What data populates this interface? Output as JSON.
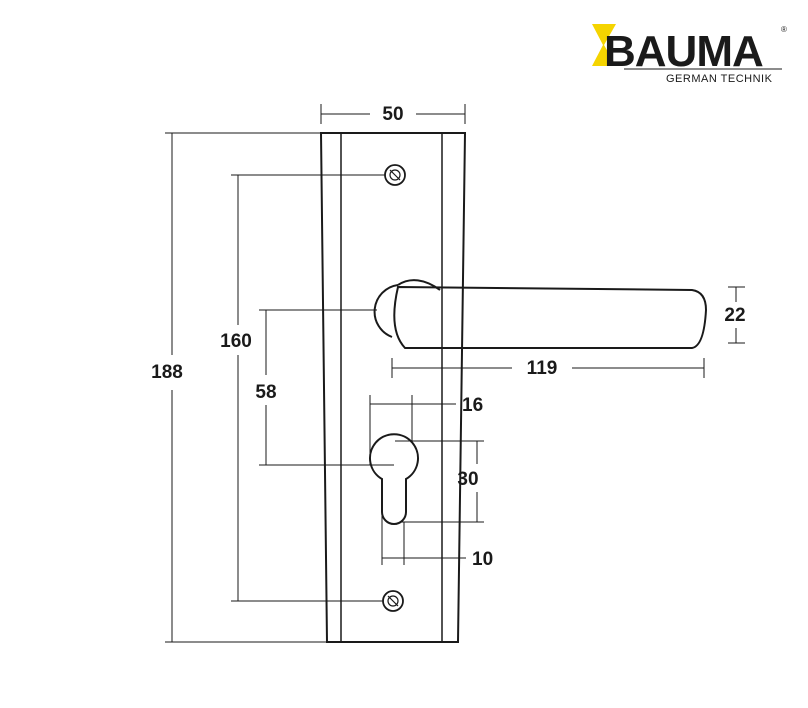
{
  "brand": {
    "name": "BAUMA",
    "registered_mark": "®",
    "tagline": "GERMAN TECHNIK",
    "accent_color": "#f5d400"
  },
  "dimensions": {
    "plate_width": "50",
    "total_height": "188",
    "screw_spacing": "160",
    "handle_to_keyhole": "58",
    "lever_length": "119",
    "lever_height": "22",
    "keyhole_width": "16",
    "keyhole_height": "30",
    "keyhole_slot_width": "10"
  },
  "colors": {
    "line": "#1a1a1a",
    "background": "#ffffff"
  }
}
